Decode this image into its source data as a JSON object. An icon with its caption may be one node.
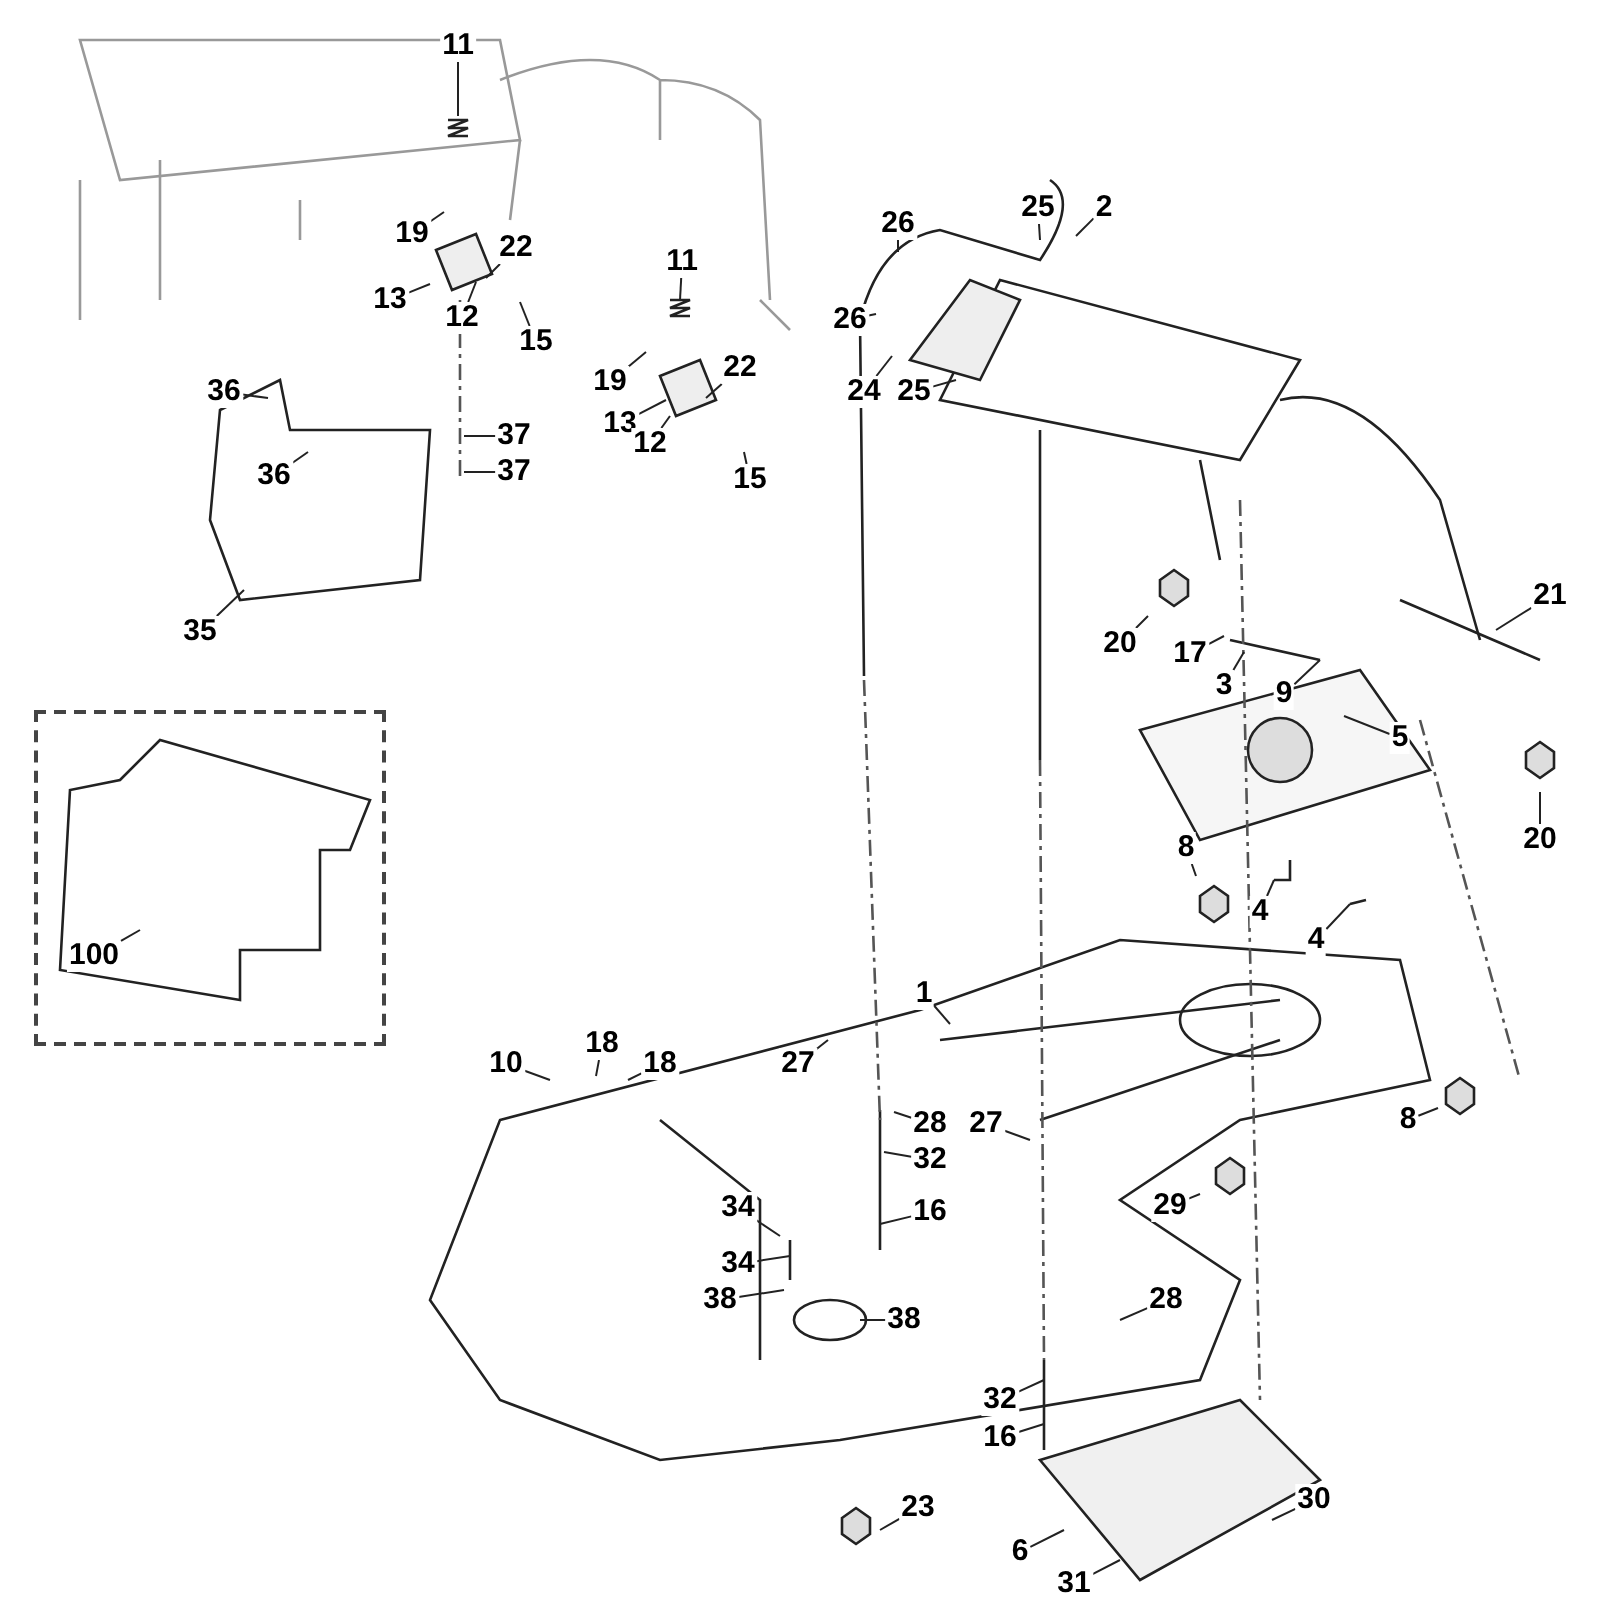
{
  "diagram": {
    "nodes": [
      {
        "text": [
          "11"
        ]
      },
      {
        "text": [
          "11"
        ]
      },
      {
        "text": [
          "19"
        ]
      },
      {
        "text": [
          "13"
        ]
      },
      {
        "text": [
          "12"
        ]
      },
      {
        "text": [
          "22"
        ]
      },
      {
        "text": [
          "15"
        ]
      },
      {
        "text": [
          "19"
        ]
      },
      {
        "text": [
          "13"
        ]
      },
      {
        "text": [
          "12"
        ]
      },
      {
        "text": [
          "22"
        ]
      },
      {
        "text": [
          "15"
        ]
      },
      {
        "text": [
          "26"
        ]
      },
      {
        "text": [
          "25"
        ]
      },
      {
        "text": [
          "26"
        ]
      },
      {
        "text": [
          "24"
        ]
      },
      {
        "text": [
          "25"
        ]
      },
      {
        "text": [
          "2"
        ]
      },
      {
        "text": [
          "36"
        ]
      },
      {
        "text": [
          "36"
        ]
      },
      {
        "text": [
          "37"
        ]
      },
      {
        "text": [
          "37"
        ]
      },
      {
        "text": [
          "35"
        ]
      },
      {
        "text": [
          "20"
        ]
      },
      {
        "text": [
          "17"
        ]
      },
      {
        "text": [
          "21"
        ]
      },
      {
        "text": [
          "3"
        ]
      },
      {
        "text": [
          "9"
        ]
      },
      {
        "text": [
          "5"
        ]
      },
      {
        "text": [
          "20"
        ]
      },
      {
        "text": [],
        "shape": "box"
      },
      {
        "text": [
          "100"
        ],
        "in": 30
      },
      {
        "text": [
          "8"
        ]
      },
      {
        "text": [
          "4"
        ]
      },
      {
        "text": [
          "4"
        ]
      },
      {
        "text": [
          "1"
        ]
      },
      {
        "text": [
          "10"
        ]
      },
      {
        "text": [
          "18"
        ]
      },
      {
        "text": [
          "18"
        ]
      },
      {
        "text": [
          "27"
        ]
      },
      {
        "text": [
          "28"
        ]
      },
      {
        "text": [
          "27"
        ]
      },
      {
        "text": [
          "32"
        ]
      },
      {
        "text": [
          "8"
        ]
      },
      {
        "text": [
          "29"
        ]
      },
      {
        "text": [
          "16"
        ]
      },
      {
        "text": [
          "34"
        ]
      },
      {
        "text": [
          "34"
        ]
      },
      {
        "text": [
          "38"
        ]
      },
      {
        "text": [
          "38"
        ]
      },
      {
        "text": [
          "28"
        ]
      },
      {
        "text": [
          "32"
        ]
      },
      {
        "text": [
          "16"
        ]
      },
      {
        "text": [
          "23"
        ]
      },
      {
        "text": [
          "6"
        ]
      },
      {
        "text": [
          "30"
        ]
      },
      {
        "text": [
          "31"
        ]
      }
    ],
    "edges": [
      {
        "from": 0,
        "to": null,
        "arrow": "none"
      },
      {
        "from": 1,
        "to": null,
        "arrow": "none"
      },
      {
        "from": 2,
        "to": null,
        "arrow": "none"
      },
      {
        "from": 3,
        "to": null,
        "arrow": "none"
      },
      {
        "from": 4,
        "to": null,
        "arrow": "none"
      },
      {
        "from": 5,
        "to": null,
        "arrow": "none"
      },
      {
        "from": 6,
        "to": null,
        "arrow": "none"
      },
      {
        "from": 7,
        "to": null,
        "arrow": "none"
      },
      {
        "from": 8,
        "to": null,
        "arrow": "none"
      },
      {
        "from": 9,
        "to": null,
        "arrow": "none"
      },
      {
        "from": 10,
        "to": null,
        "arrow": "none"
      },
      {
        "from": 11,
        "to": null,
        "arrow": "none"
      },
      {
        "from": 12,
        "to": null,
        "arrow": "none"
      },
      {
        "from": 13,
        "to": null,
        "arrow": "none"
      },
      {
        "from": 14,
        "to": null,
        "arrow": "none"
      },
      {
        "from": 15,
        "to": null,
        "arrow": "none"
      },
      {
        "from": 16,
        "to": null,
        "arrow": "none"
      },
      {
        "from": 17,
        "to": null,
        "arrow": "none"
      },
      {
        "from": 18,
        "to": null,
        "arrow": "none"
      },
      {
        "from": 19,
        "to": null,
        "arrow": "none"
      },
      {
        "from": 20,
        "to": null,
        "arrow": "none"
      },
      {
        "from": 21,
        "to": null,
        "arrow": "none"
      },
      {
        "from": 22,
        "to": null,
        "arrow": "none"
      },
      {
        "from": 23,
        "to": null,
        "arrow": "none"
      },
      {
        "from": 24,
        "to": null,
        "arrow": "none"
      },
      {
        "from": 25,
        "to": null,
        "arrow": "none"
      },
      {
        "from": 26,
        "to": null,
        "arrow": "none"
      },
      {
        "from": 27,
        "to": null,
        "arrow": "none"
      },
      {
        "from": 28,
        "to": null,
        "arrow": "none"
      },
      {
        "from": 29,
        "to": null,
        "arrow": "none"
      },
      {
        "from": 31,
        "to": null,
        "arrow": "none"
      },
      {
        "from": 32,
        "to": null,
        "arrow": "none"
      },
      {
        "from": 33,
        "to": null,
        "arrow": "none"
      },
      {
        "from": 34,
        "to": null,
        "arrow": "none"
      },
      {
        "from": 35,
        "to": null,
        "arrow": "none"
      },
      {
        "from": 36,
        "to": null,
        "arrow": "none"
      },
      {
        "from": 37,
        "to": null,
        "arrow": "none"
      },
      {
        "from": 38,
        "to": null,
        "arrow": "none"
      },
      {
        "from": 39,
        "to": null,
        "arrow": "none"
      },
      {
        "from": 40,
        "to": null,
        "arrow": "none"
      },
      {
        "from": 41,
        "to": null,
        "arrow": "none"
      },
      {
        "from": 42,
        "to": null,
        "arrow": "none"
      },
      {
        "from": 43,
        "to": null,
        "arrow": "none"
      },
      {
        "from": 44,
        "to": null,
        "arrow": "none"
      },
      {
        "from": 45,
        "to": null,
        "arrow": "none"
      },
      {
        "from": 46,
        "to": null,
        "arrow": "none"
      },
      {
        "from": 47,
        "to": null,
        "arrow": "none"
      },
      {
        "from": 48,
        "to": null,
        "arrow": "none"
      },
      {
        "from": 49,
        "to": null,
        "arrow": "none"
      },
      {
        "from": 50,
        "to": null,
        "arrow": "none"
      },
      {
        "from": 51,
        "to": null,
        "arrow": "none"
      },
      {
        "from": 52,
        "to": null,
        "arrow": "none"
      },
      {
        "from": 53,
        "to": null,
        "arrow": "none"
      },
      {
        "from": 54,
        "to": null,
        "arrow": "none"
      },
      {
        "from": 55,
        "to": null,
        "arrow": "none"
      },
      {
        "from": 56,
        "to": null,
        "arrow": "none"
      }
    ]
  }
}
